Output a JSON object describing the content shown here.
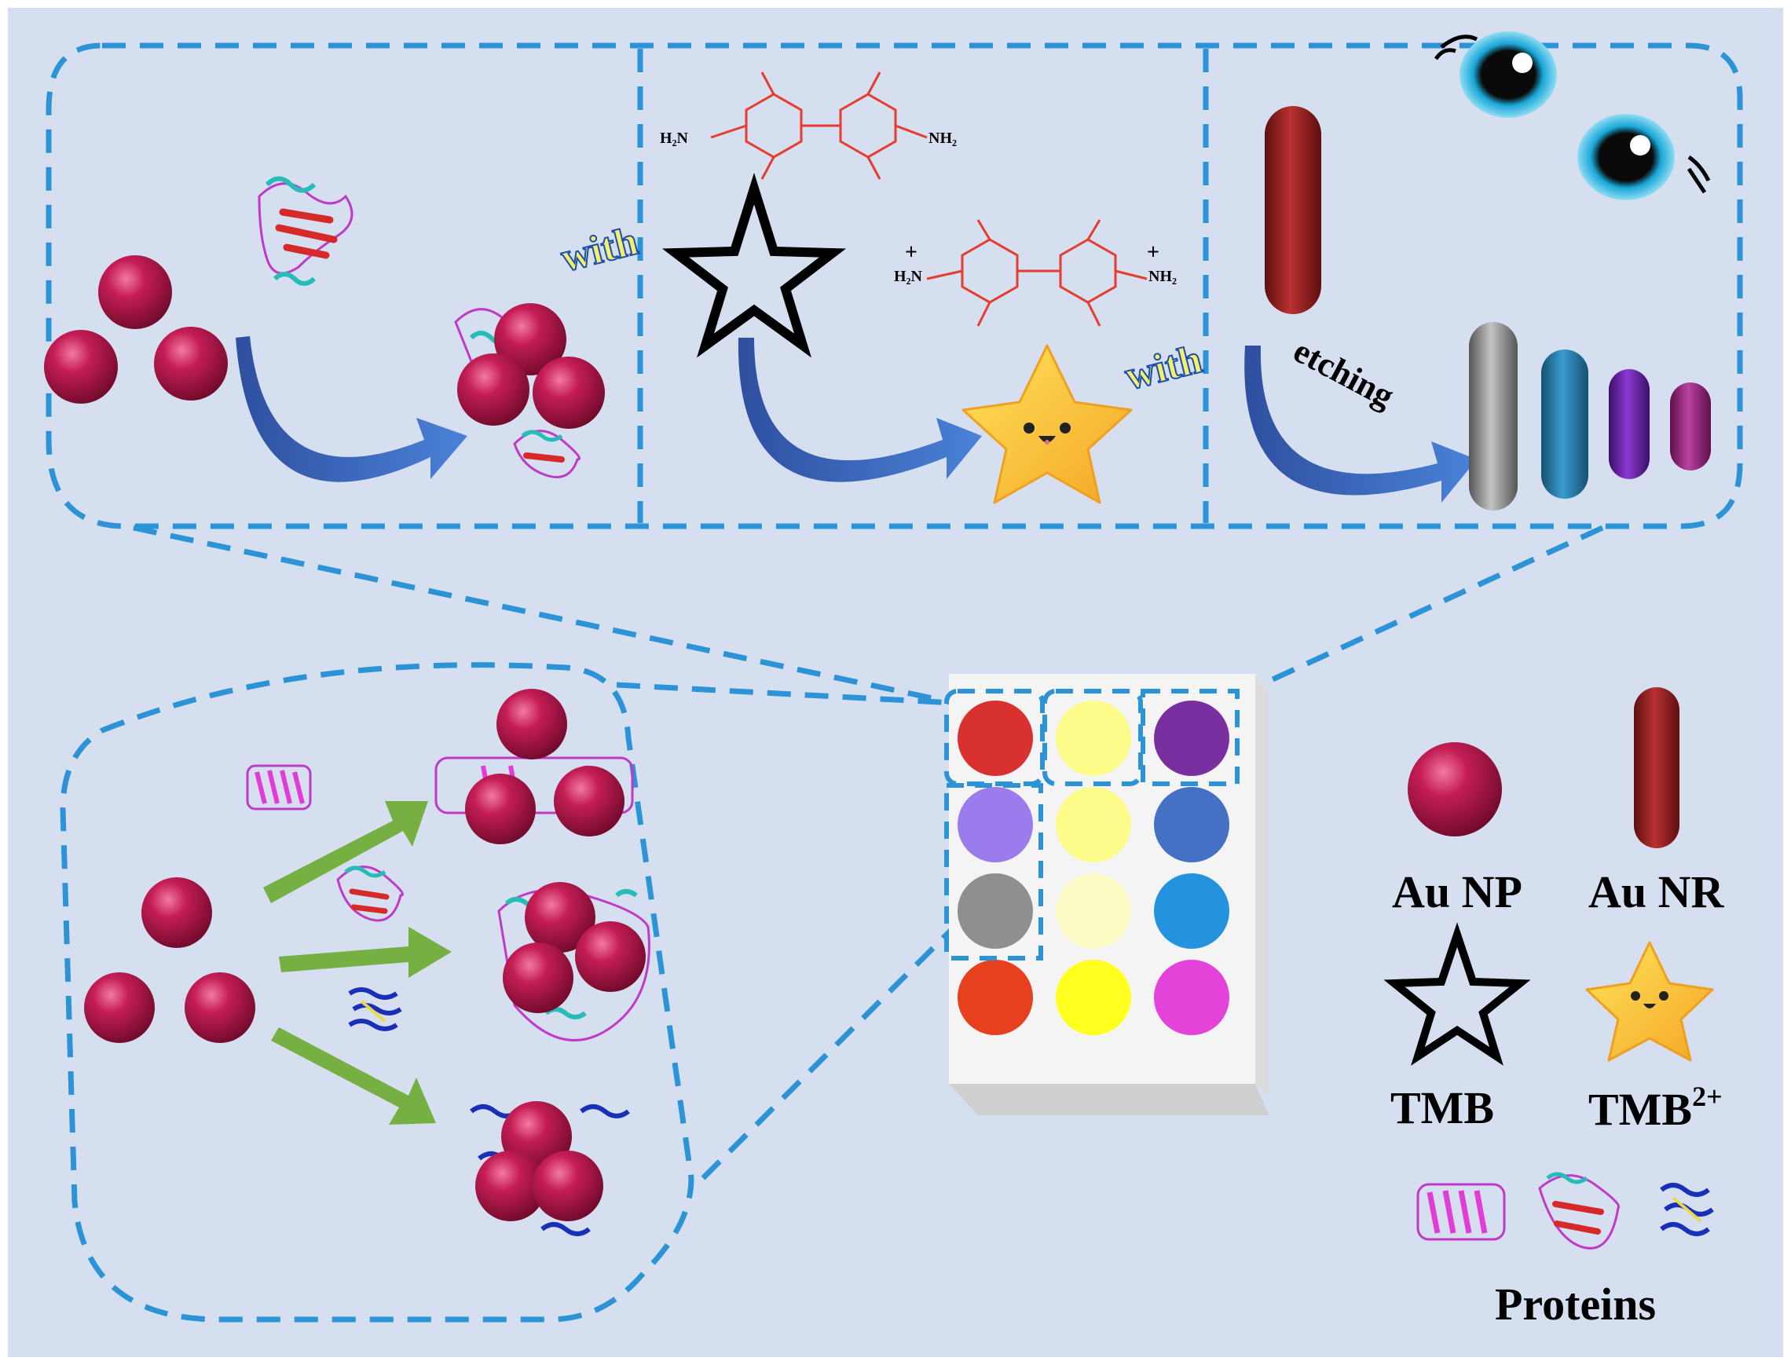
{
  "colors": {
    "background": "#d6dff0",
    "dash_line": "#2b93d6",
    "nanoparticle": "#b3154a",
    "nanorod": "#8c1a1a",
    "arrow_blue": "#3f68c4",
    "arrow_green": "#76b043",
    "tmb_structure": "#e63b2e",
    "with_label": "#f5ef6a"
  },
  "process_top": {
    "with_label_1": "with",
    "with_label_2": "with",
    "etching_label": "etching",
    "tmb_left_group": "H₂N",
    "tmb_right_group": "NH₂",
    "tmb_ox_left_group": "H₂N",
    "tmb_ox_right_group": "NH₂",
    "plus_sign": "+"
  },
  "plate": {
    "wells": [
      [
        "#d93030",
        "#fdfb8a",
        "#7a2fa0"
      ],
      [
        "#9b7ced",
        "#fdfb8a",
        "#4571c4"
      ],
      [
        "#8f8f8f",
        "#fdfbc5",
        "#2592de"
      ],
      [
        "#e6401e",
        "#ffff20",
        "#e343d8"
      ]
    ]
  },
  "legend": {
    "au_np": "Au NP",
    "au_nr": "Au NR",
    "tmb": "TMB",
    "tmb_ox_base": "TMB",
    "tmb_ox_sup": "2+",
    "proteins": "Proteins"
  }
}
